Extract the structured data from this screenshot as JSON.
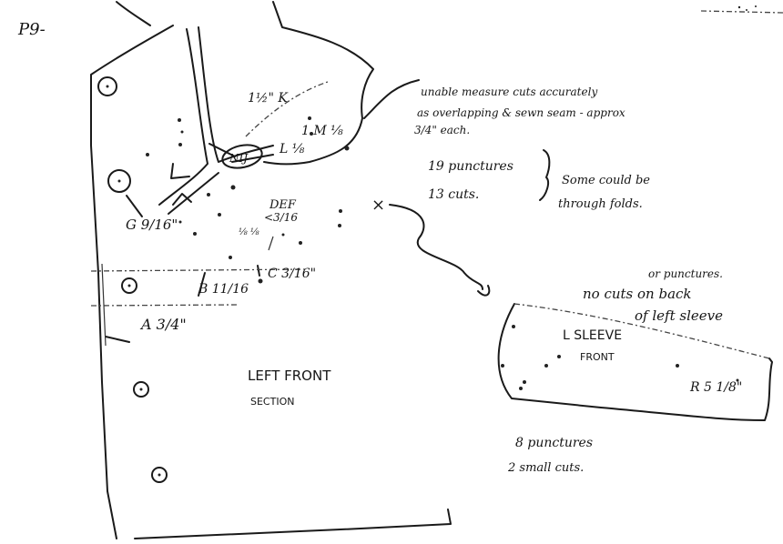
{
  "page_label": "P9-",
  "shirt": {
    "section_title_line1": "LEFT FRONT",
    "section_title_line2": "SECTION",
    "labels": {
      "k": "1½\" K",
      "m": "1 M ⅛",
      "l": "L ⅛",
      "nij": "NIJ",
      "def": "DEF",
      "def_size": "<3/16",
      "def_sub": "⅛ ⅛",
      "g": "G 9/16\"",
      "b": "B 11/16",
      "c": "C 3/16\"",
      "a": "A 3/4\""
    }
  },
  "notes": {
    "unable_line1": "unable measure cuts accurately",
    "unable_line2": "as overlapping & sewn seam - approx",
    "unable_line3": "3/4\" each.",
    "punctures": "19 punctures",
    "cuts": "13 cuts.",
    "some_line1": "Some could be",
    "some_line2": "through folds.",
    "no_cuts_top": "or punctures.",
    "no_cuts_line1": "no cuts on back",
    "no_cuts_line2": "of left sleeve",
    "sleeve_punctures": "8 punctures",
    "sleeve_cuts": "2 small cuts."
  },
  "sleeve": {
    "title": "L SLEEVE",
    "subtitle": "FRONT",
    "label": "R 5 1/8\""
  }
}
